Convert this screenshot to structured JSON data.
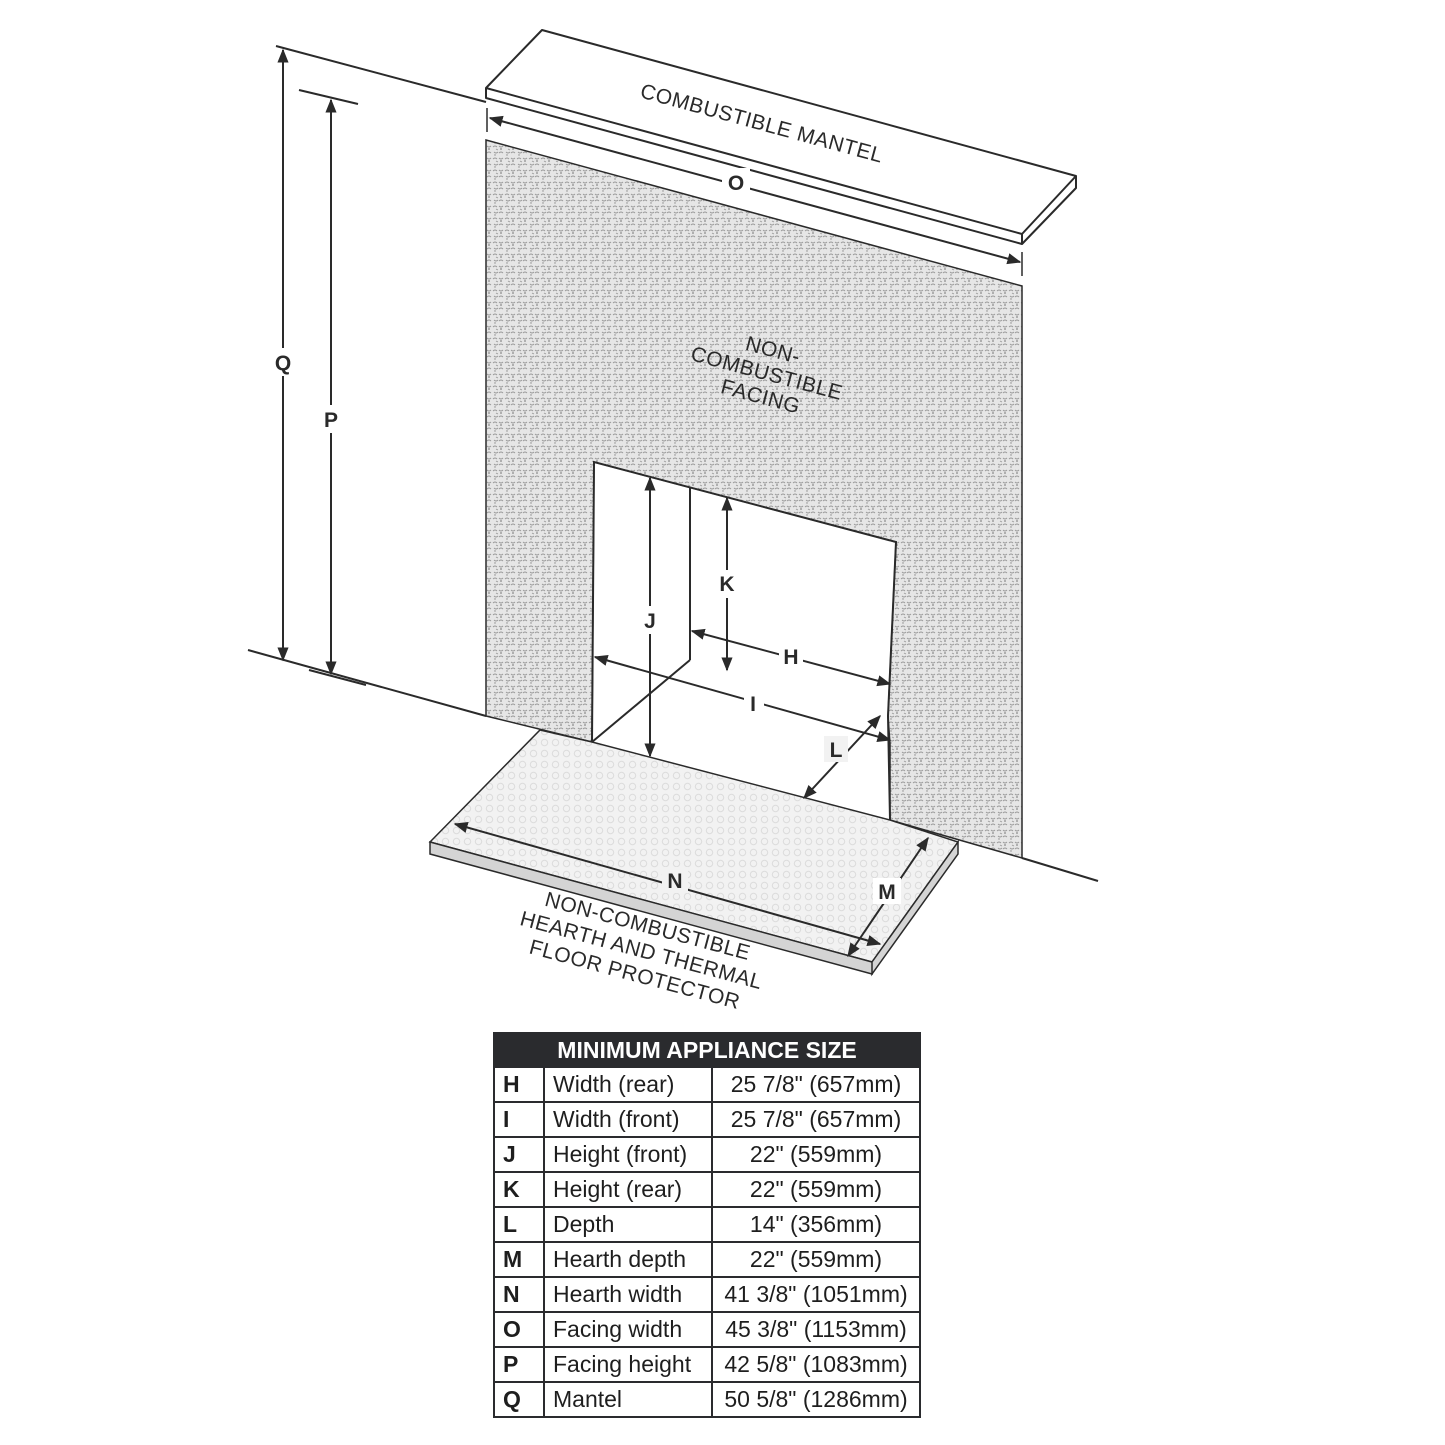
{
  "diagram": {
    "mantel_label": "COMBUSTIBLE MANTEL",
    "facing_label": [
      "NON-",
      "COMBUSTIBLE",
      "FACING"
    ],
    "hearth_label": [
      "NON-COMBUSTIBLE",
      "HEARTH AND THERMAL",
      "FLOOR PROTECTOR"
    ],
    "dimension_letters": {
      "O": "O",
      "Q": "Q",
      "P": "P",
      "J": "J",
      "K": "K",
      "H": "H",
      "I": "I",
      "L": "L",
      "N": "N",
      "M": "M"
    }
  },
  "table": {
    "title": "MINIMUM APPLIANCE SIZE",
    "rows": [
      {
        "key": "H",
        "label": "Width (rear)",
        "value": "25 7/8\" (657mm)"
      },
      {
        "key": "I",
        "label": "Width (front)",
        "value": "25 7/8\" (657mm)"
      },
      {
        "key": "J",
        "label": "Height (front)",
        "value": "22\" (559mm)"
      },
      {
        "key": "K",
        "label": "Height (rear)",
        "value": "22\" (559mm)"
      },
      {
        "key": "L",
        "label": "Depth",
        "value": "14\" (356mm)"
      },
      {
        "key": "M",
        "label": "Hearth depth",
        "value": "22\" (559mm)"
      },
      {
        "key": "N",
        "label": "Hearth width",
        "value": "41 3/8\" (1051mm)"
      },
      {
        "key": "O",
        "label": "Facing width",
        "value": "45 3/8\" (1153mm)"
      },
      {
        "key": "P",
        "label": "Facing height",
        "value": "42 5/8\" (1083mm)"
      },
      {
        "key": "Q",
        "label": "Mantel",
        "value": "50 5/8\" (1286mm)"
      }
    ]
  }
}
